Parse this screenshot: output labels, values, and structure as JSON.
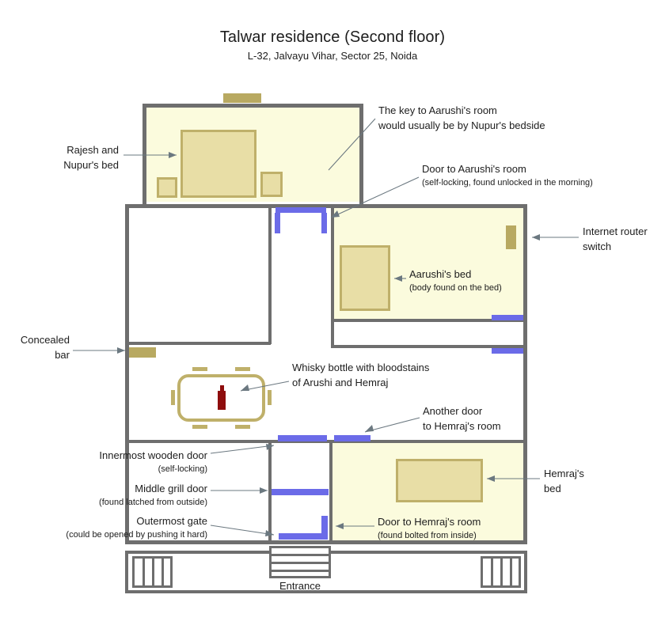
{
  "header": {
    "title": "Talwar residence (Second floor)",
    "subtitle": "L-32, Jalvayu Vihar, Sector 25, Noida"
  },
  "colors": {
    "wall": "#6e6e6e",
    "room_fill": "#fbfbdd",
    "furniture_fill": "#e8dea6",
    "furniture_stroke": "#bfb06a",
    "door_marker": "#6b6be8",
    "bottle": "#8e0d0d",
    "leader_line": "#6b7880",
    "text": "#1d1d1d"
  },
  "annotations": {
    "parents_bed": {
      "line1": "Rajesh and",
      "line2": "Nupur's bed"
    },
    "key": {
      "line1": "The key to Aarushi's room",
      "line2": "would usually be by Nupur's bedside"
    },
    "aarushi_door": {
      "title": "Door to Aarushi's room",
      "sub": "(self-locking, found unlocked in the morning)"
    },
    "router": {
      "line1": "Internet router",
      "line2": "switch"
    },
    "aarushi_bed": {
      "title": "Aarushi's bed",
      "sub": "(body found on the bed)"
    },
    "concealed_bar": {
      "line1": "Concealed",
      "line2": "bar"
    },
    "whisky": {
      "line1": "Whisky bottle with bloodstains",
      "line2": "of Arushi and Hemraj"
    },
    "another_door": {
      "line1": "Another door",
      "line2": "to Hemraj's room"
    },
    "innermost_door": {
      "title": "Innermost wooden door",
      "sub": "(self-locking)"
    },
    "middle_door": {
      "title": "Middle grill door",
      "sub": "(found latched from outside)"
    },
    "outermost_gate": {
      "title": "Outermost gate",
      "sub": "(could be opened by pushing it hard)"
    },
    "hemraj_door": {
      "title": "Door to Hemraj's room",
      "sub": "(found bolted from inside)"
    },
    "hemraj_bed": {
      "line1": "Hemraj's",
      "line2": "bed"
    },
    "entrance": {
      "label": "Entrance"
    }
  }
}
